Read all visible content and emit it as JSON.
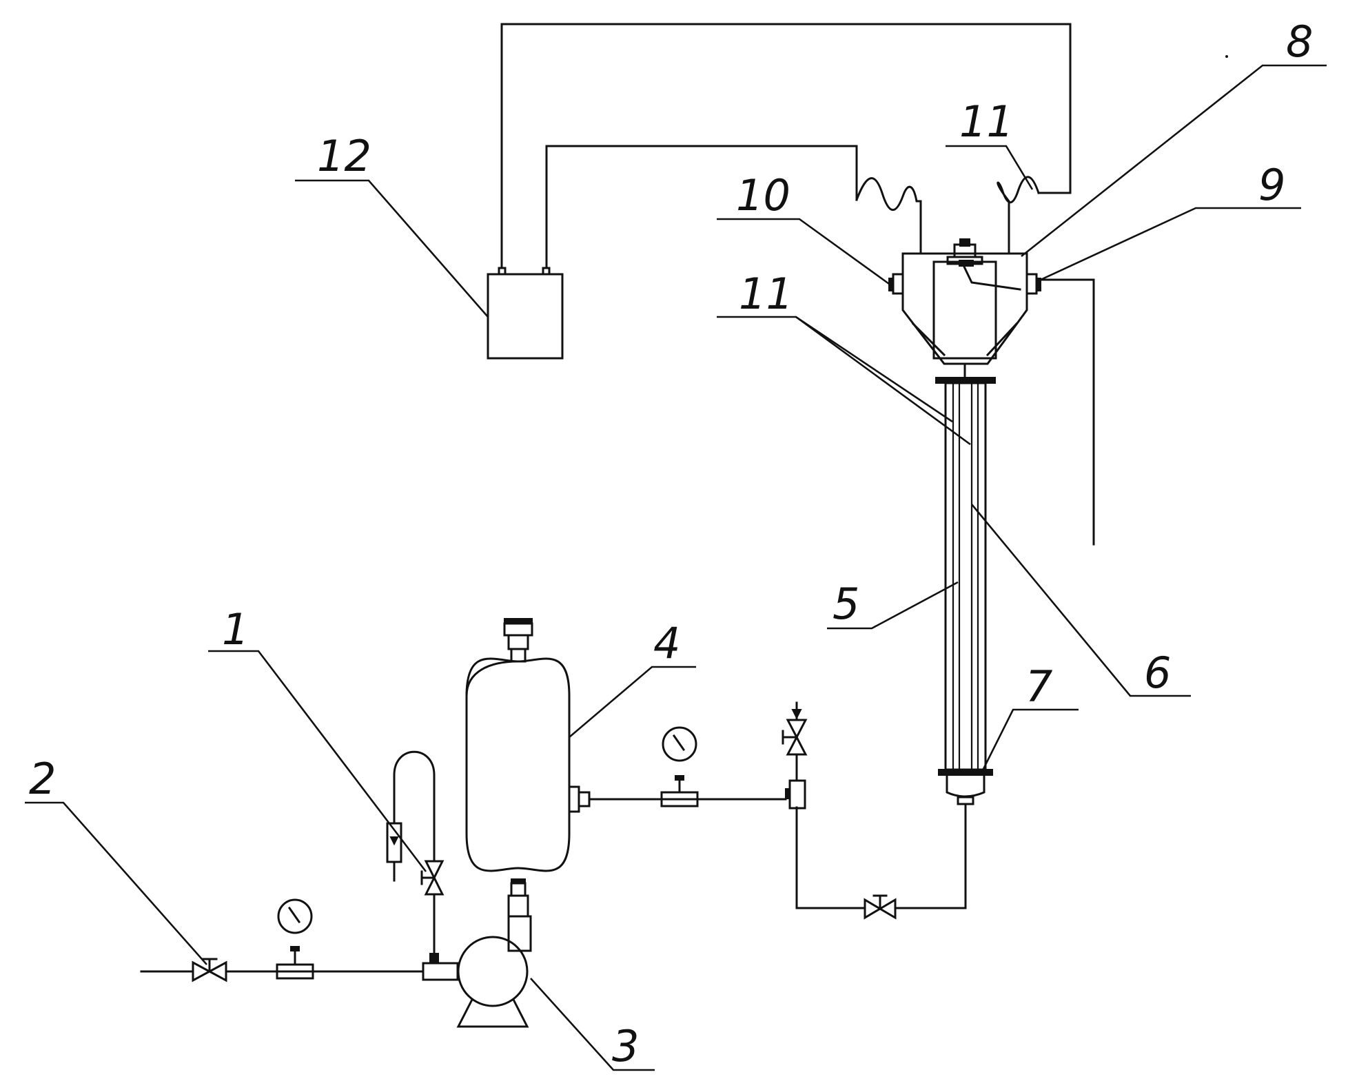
{
  "callouts": {
    "n1": "1",
    "n2": "2",
    "n3": "3",
    "n4": "4",
    "n5": "5",
    "n6": "6",
    "n7": "7",
    "n8": "8",
    "n9": "9",
    "n10": "10",
    "n11a": "11",
    "n11b": "11",
    "n12": "12"
  }
}
